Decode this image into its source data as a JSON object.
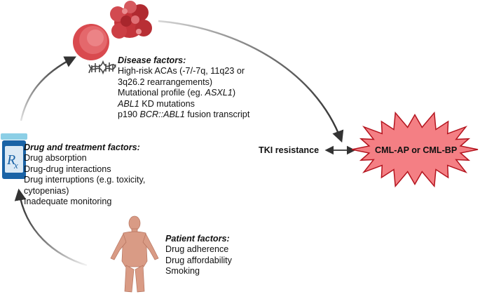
{
  "disease": {
    "heading": "Disease factors:",
    "line1": "High-risk ACAs (-7/-7q, 11q23 or",
    "line2": "3q26.2 rearrangements)",
    "line3_text": "Mutational profile (eg. ",
    "line3_gene": "ASXL1",
    "line3_end": ")",
    "line4_gene": "ABL1",
    "line4_text": " KD mutations",
    "line5_text": "p190 ",
    "line5_gene": "BCR::ABL1",
    "line5_end": " fusion transcript"
  },
  "drug": {
    "heading": "Drug and treatment factors:",
    "items": [
      "Drug absorption",
      "Drug-drug interactions",
      "Drug interruptions (e.g. toxicity,",
      "cytopenias)",
      "Inadequate monitoring"
    ]
  },
  "patient": {
    "heading": "Patient factors:",
    "items": [
      "Drug adherence",
      "Drug affordability",
      "Smoking"
    ]
  },
  "tki_label": "TKI resistance",
  "outcome_label": "CML-AP or CML-BP",
  "colors": {
    "arrow": "#333333",
    "starburst_fill": "#f47f84",
    "starburst_stroke": "#b4141e",
    "cell_color": "#d94a4f",
    "cluster_color": "#c4353b",
    "bottle_blue": "#1a63a6",
    "bottle_cap": "#8ccfe6",
    "figure_skin": "#d99b85",
    "dna_color": "#444444"
  },
  "icons": [
    "blood-cell-icon",
    "cell-cluster-icon",
    "dna-icon",
    "pill-bottle-icon",
    "human-figure-icon"
  ]
}
